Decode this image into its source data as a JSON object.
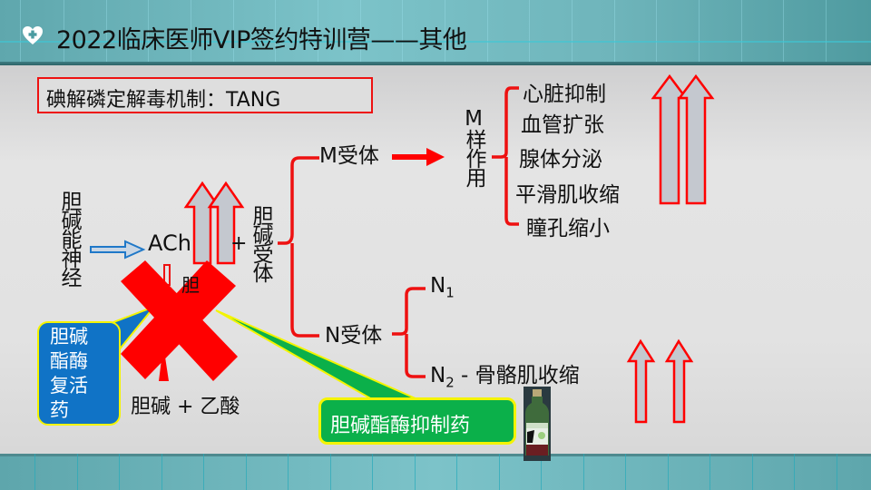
{
  "header": {
    "title": "2022临床医师VIP签约特训营——其他",
    "icon": "heart-plus-icon"
  },
  "mechanism_box": {
    "label": "碘解磷定解毒机制：TANG",
    "border_color": "#ee1111"
  },
  "diagram": {
    "nerve_label": "胆碱能神经",
    "ach_label": "ACh",
    "plus": "+",
    "receptor_label": "胆碱受体",
    "hidden_enzyme_text": "胆",
    "products_label": "胆碱 + 乙酸",
    "m_receptor": "M受体",
    "m_effect_label": "M样作用",
    "m_effects": [
      "心脏抑制",
      "血管扩张",
      "腺体分泌",
      "平滑肌收缩",
      "瞳孔缩小"
    ],
    "n_receptor": "N受体",
    "n1": {
      "main": "N",
      "sub": "1"
    },
    "n2": {
      "main": "N",
      "sub": "2",
      "effect": " - 骨骼肌收缩"
    },
    "blocked_marker": "red-x-icon",
    "colors": {
      "bracket": "#ee1111",
      "arrow_outline": "#ff0000",
      "arrow_fill": "#c4c8cf",
      "blue_arrow": "#1f78c8"
    }
  },
  "callouts": {
    "reactivator": {
      "label": "胆碱酯酶复活药",
      "fill": "#1073c6",
      "border": "#f4f400"
    },
    "inhibitor": {
      "label": "胆碱酯酶抑制药",
      "fill": "#0bb04a",
      "border": "#f4f400"
    }
  },
  "image": {
    "name": "pesticide-bottle-image"
  }
}
